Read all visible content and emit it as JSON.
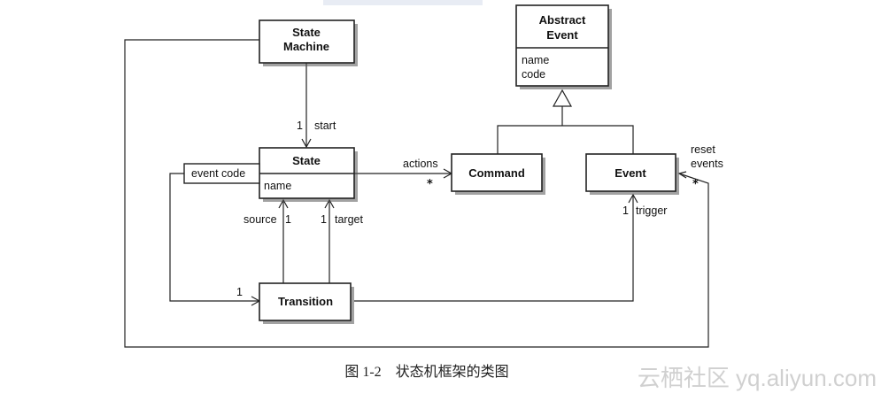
{
  "classes": {
    "state_machine": {
      "title_line1": "State",
      "title_line2": "Machine"
    },
    "abstract_event": {
      "title_line1": "Abstract",
      "title_line2": "Event",
      "attr1": "name",
      "attr2": "code"
    },
    "state": {
      "title": "State",
      "attr1": "name",
      "qualifier": "event code"
    },
    "command": {
      "title": "Command"
    },
    "event": {
      "title": "Event"
    },
    "transition": {
      "title": "Transition"
    }
  },
  "labels": {
    "start_mult": "1",
    "start_role": "start",
    "actions_role": "actions",
    "actions_mult": "*",
    "reset_line1": "reset",
    "reset_line2": "events",
    "reset_mult": "*",
    "trigger_mult": "1",
    "trigger_role": "trigger",
    "source_role": "source",
    "source_mult": "1",
    "target_mult": "1",
    "target_role": "target",
    "qualifier_mult": "1"
  },
  "caption": "图 1-2    状态机框架的类图",
  "watermark": "云栖社区 yq.aliyun.com"
}
